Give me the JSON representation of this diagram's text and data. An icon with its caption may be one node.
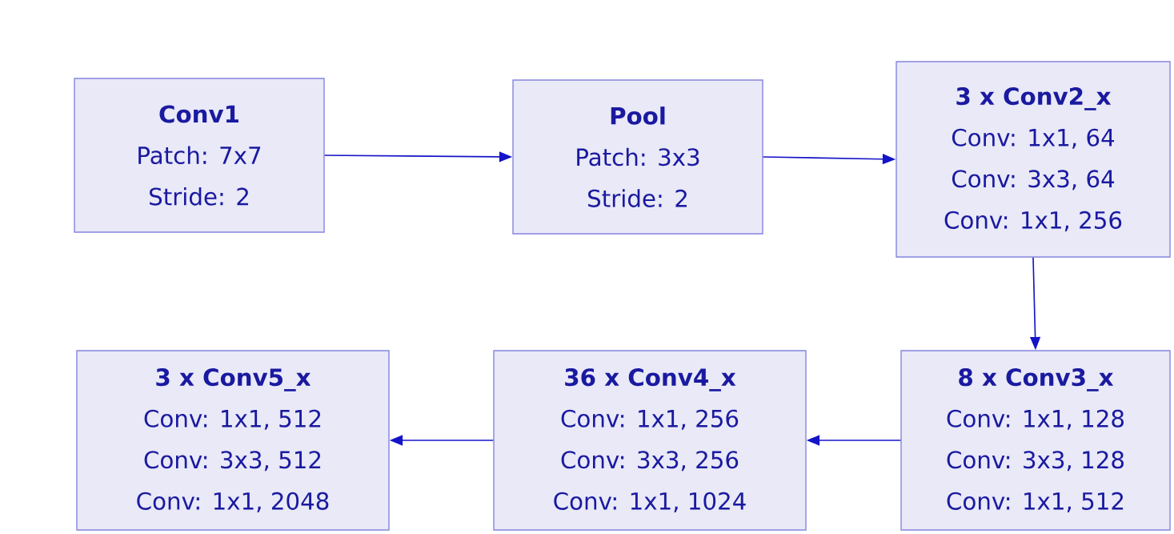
{
  "diagram": {
    "nodes": [
      {
        "text": [
          "Conv1",
          "Patch: 7x7",
          "Stride: 2"
        ]
      },
      {
        "text": [
          "Pool",
          "Patch: 3x3",
          "Stride: 2"
        ]
      },
      {
        "text": [
          "3 x Conv2_x",
          "Conv: 1x1, 64",
          "Conv: 3x3, 64",
          "Conv: 1x1, 256"
        ]
      },
      {
        "text": [
          "8 x Conv3_x",
          "Conv: 1x1, 128",
          "Conv: 3x3, 128",
          "Conv: 1x1, 512"
        ]
      },
      {
        "text": [
          "36 x Conv4_x",
          "Conv: 1x1, 256",
          "Conv: 3x3, 256",
          "Conv: 1x1, 1024"
        ]
      },
      {
        "text": [
          "3 x Conv5_x",
          "Conv: 1x1, 512",
          "Conv: 3x3, 512",
          "Conv: 1x1, 2048"
        ]
      }
    ],
    "edges": [
      {
        "from": 0,
        "to": 1,
        "arrow": "to"
      },
      {
        "from": 1,
        "to": 2,
        "arrow": "to"
      },
      {
        "from": 2,
        "to": 3,
        "arrow": "to"
      },
      {
        "from": 3,
        "to": 4,
        "arrow": "to"
      },
      {
        "from": 4,
        "to": 5,
        "arrow": "to"
      }
    ]
  }
}
